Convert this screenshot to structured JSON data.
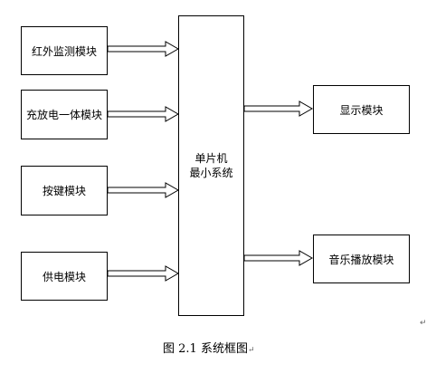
{
  "diagram": {
    "inputs": [
      "红外监测模块",
      "充放电一体模块",
      "按键模块",
      "供电模块"
    ],
    "center": {
      "line1": "单片机",
      "line2": "最小系统"
    },
    "outputs": [
      "显示模块",
      "音乐播放模块"
    ]
  },
  "caption": {
    "text": "图 2.1 系统框图",
    "end_mark": "↵"
  },
  "para_mark": "↵"
}
